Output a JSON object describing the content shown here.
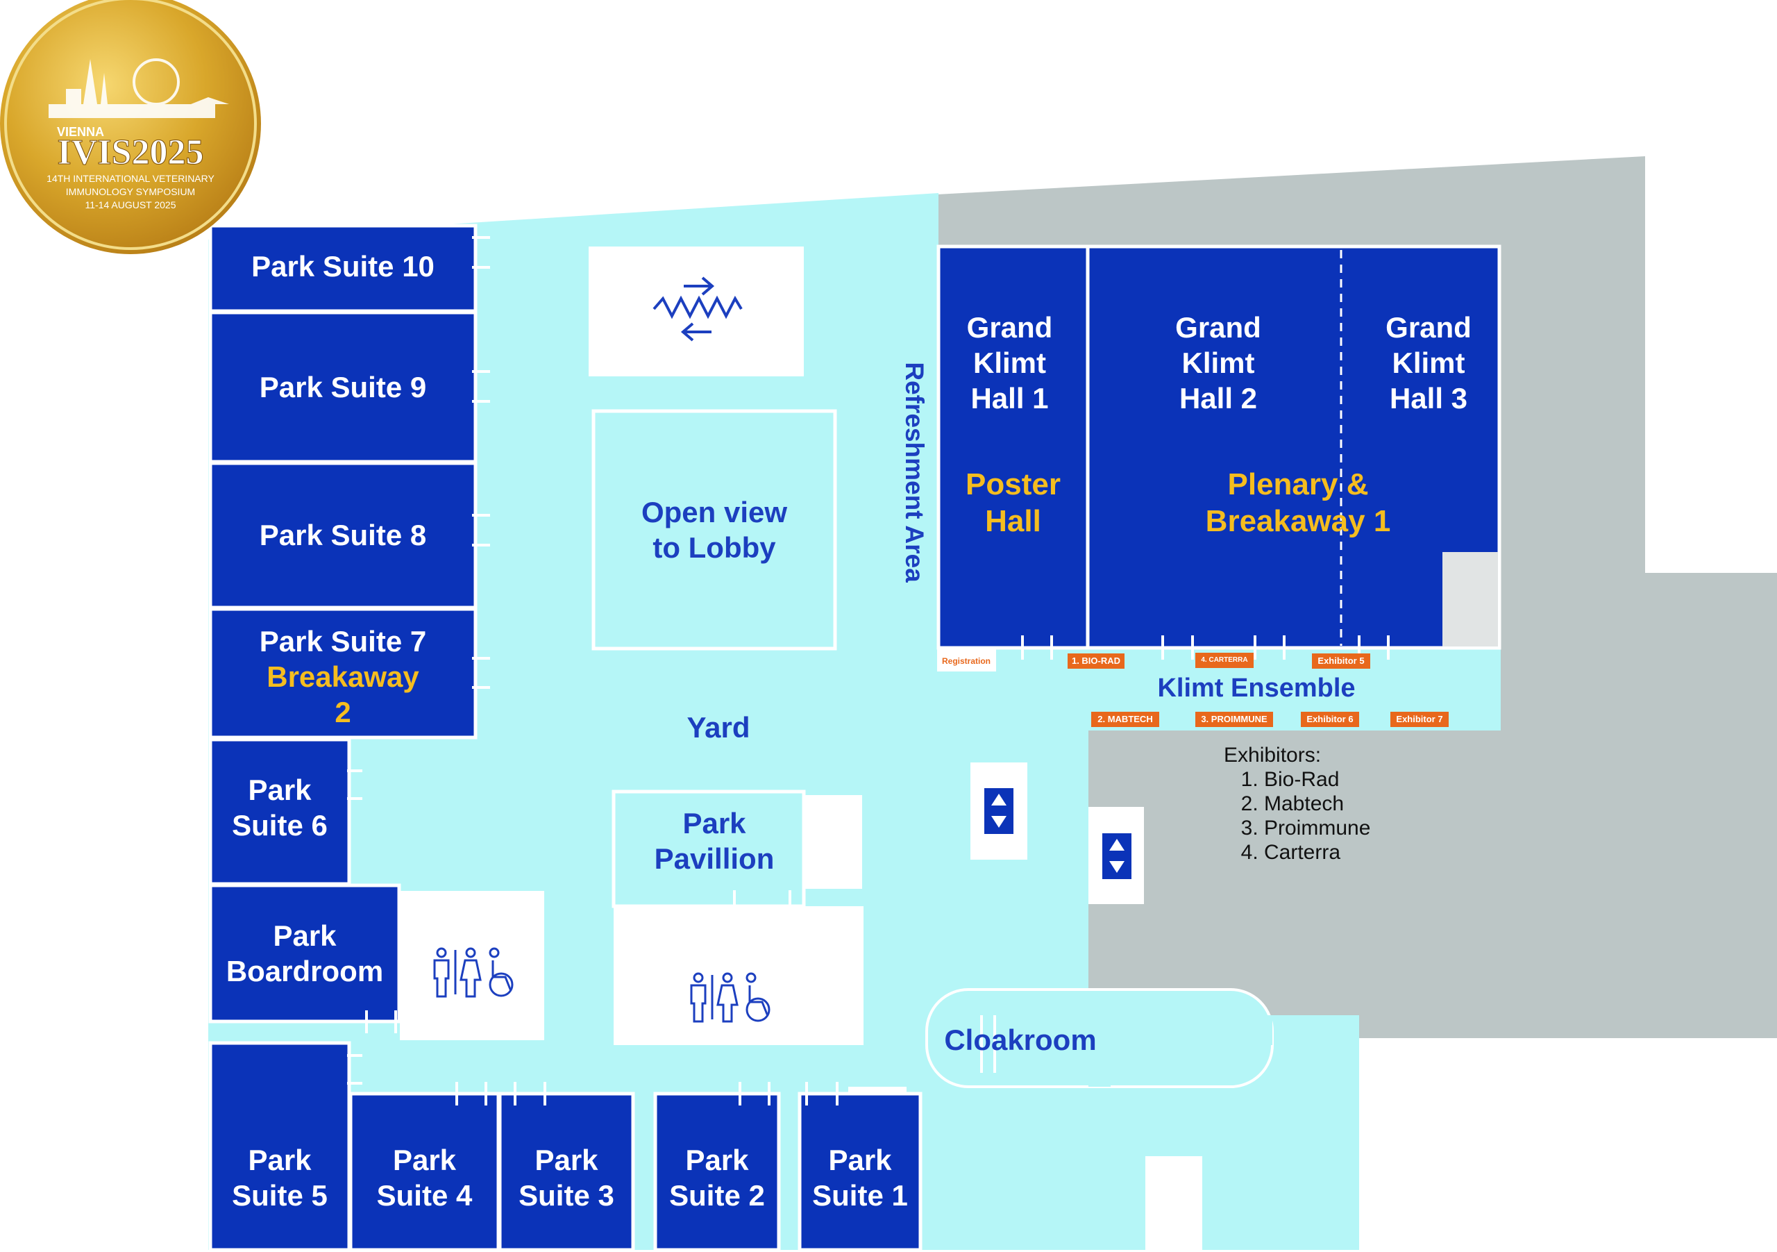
{
  "logo": {
    "city": "VIENNA",
    "event": "IVIS2025",
    "line1": "14TH INTERNATIONAL VETERINARY",
    "line2": "IMMUNOLOGY SYMPOSIUM",
    "dates": "11-14 AUGUST 2025"
  },
  "rooms": {
    "park_suite_10": "Park Suite 10",
    "park_suite_9": "Park Suite 9",
    "park_suite_8": "Park Suite 8",
    "park_suite_7": "Park Suite 7",
    "breakaway_2_a": "Breakaway",
    "breakaway_2_b": "2",
    "park_suite_6": [
      "Park",
      "Suite 6"
    ],
    "park_boardroom": [
      "Park",
      "Boardroom"
    ],
    "park_suite_5": [
      "Park",
      "Suite 5"
    ],
    "park_suite_4": [
      "Park",
      "Suite 4"
    ],
    "park_suite_3": [
      "Park",
      "Suite 3"
    ],
    "park_suite_2": [
      "Park",
      "Suite 2"
    ],
    "park_suite_1": [
      "Park",
      "Suite 1"
    ],
    "grand_klimt_1": [
      "Grand",
      "Klimt",
      "Hall 1"
    ],
    "grand_klimt_2": [
      "Grand",
      "Klimt",
      "Hall 2"
    ],
    "grand_klimt_3": [
      "Grand",
      "Klimt",
      "Hall 3"
    ],
    "poster_hall": [
      "Poster",
      "Hall"
    ],
    "plenary": [
      "Plenary &",
      "Breakaway 1"
    ]
  },
  "areas": {
    "open_view": [
      "Open view",
      "to Lobby"
    ],
    "yard": "Yard",
    "park_pavillion": [
      "Park",
      "Pavillion"
    ],
    "refreshment": "Refreshment Area",
    "klimt_ensemble": "Klimt Ensemble",
    "cloakroom": "Cloakroom"
  },
  "booths": {
    "registration": "Registration",
    "b1": "1. BIO-RAD",
    "b4": "4. CARTERRA",
    "e5": "Exhibitor 5",
    "b2": "2. MABTECH",
    "b3": "3. PROIMMUNE",
    "e6": "Exhibitor 6",
    "e7": "Exhibitor 7"
  },
  "exhibitors": {
    "title": "Exhibitors:",
    "items": [
      "Bio-Rad",
      "Mabtech",
      "Proimmune",
      "Carterra"
    ]
  },
  "icons": [
    "stairs-icon",
    "elevator-icon",
    "restroom-icon",
    "wheelchair-icon",
    "logo-seal"
  ],
  "colors": {
    "room_blue": "#0b33b8",
    "corridor": "#b5f6f7",
    "service_gray": "#bcc6c6",
    "accent_yellow": "#f5bd1f",
    "label_blue": "#1c3fbf",
    "booth_orange": "#e8681c",
    "logo_gold": "#d9a72b"
  }
}
